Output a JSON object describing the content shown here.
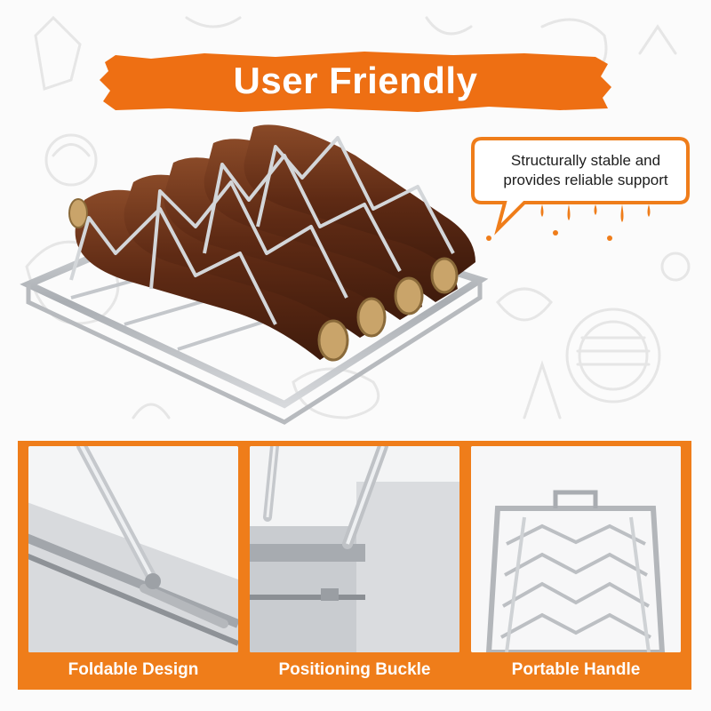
{
  "banner": {
    "title": "User Friendly"
  },
  "callout": {
    "line1": "Structurally stable and",
    "line2": "provides reliable support"
  },
  "features": [
    {
      "label": "Foldable Design",
      "icon": "fold-hinge-closeup"
    },
    {
      "label": "Positioning Buckle",
      "icon": "buckle-closeup"
    },
    {
      "label": "Portable Handle",
      "icon": "handle-rack-closeup"
    }
  ],
  "colors": {
    "accent": "#ef7d1a",
    "banner": "#ee6f13",
    "text_on_accent": "#ffffff",
    "metal": "#b9bcc0",
    "meat": "#6e3318"
  }
}
